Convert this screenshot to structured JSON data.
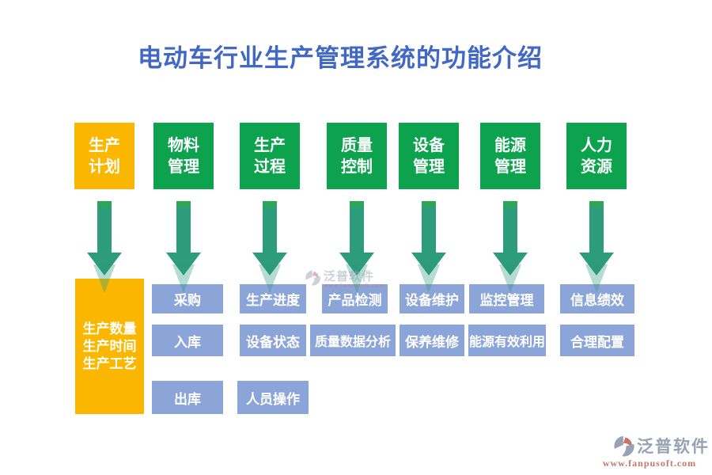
{
  "title": "电动车行业生产管理系统的功能介绍",
  "colors": {
    "title_blue": "#4168C5",
    "box_green": "#0DA24E",
    "box_yellow": "#FBB700",
    "box_blue": "#8CA5D8",
    "arrow_teal": "#2D9C7B",
    "arrow_cap": "#2EA755",
    "logo_gray": "#98A2B4",
    "logo_red": "#C4766B"
  },
  "columns": [
    {
      "header_line1": "生产",
      "header_line2": "计划",
      "items": [
        "生产数量",
        "生产时间",
        "生产工艺"
      ]
    },
    {
      "header_line1": "物料",
      "header_line2": "管理",
      "items": [
        "采购",
        "入库",
        "出库"
      ]
    },
    {
      "header_line1": "生产",
      "header_line2": "过程",
      "items": [
        "生产进度",
        "设备状态",
        "人员操作"
      ]
    },
    {
      "header_line1": "质量",
      "header_line2": "控制",
      "items": [
        "产品检测",
        "质量数据分析"
      ]
    },
    {
      "header_line1": "设备",
      "header_line2": "管理",
      "items": [
        "设备维护",
        "保养维修"
      ]
    },
    {
      "header_line1": "能源",
      "header_line2": "管理",
      "items": [
        "监控管理",
        "能源有效利用"
      ]
    },
    {
      "header_line1": "人力",
      "header_line2": "资源",
      "items": [
        "信息绩效",
        "合理配置"
      ]
    }
  ],
  "watermark": {
    "brand": "泛普软件",
    "url": "www.fanpusoft.com"
  },
  "logo": {
    "brand": "泛普软件",
    "url": "www.fanpusoft.com"
  }
}
